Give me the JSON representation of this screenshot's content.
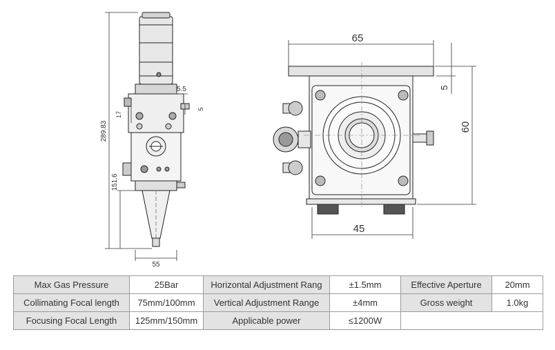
{
  "dimensions": {
    "side": {
      "total_height": "289.83",
      "lower_height": "151.6",
      "width": "55",
      "small_a": "5.5",
      "small_b": "5",
      "small_c": "17"
    },
    "front": {
      "top_width": "65",
      "bottom_width": "45",
      "height": "60",
      "plate": "5"
    }
  },
  "specs": {
    "rows": [
      [
        {
          "label": "Max Gas Pressure",
          "value": "25Bar"
        },
        {
          "label": "Horizontal Adjustment Rang",
          "value": "±1.5mm"
        },
        {
          "label": "Effective Aperture",
          "value": "20mm"
        }
      ],
      [
        {
          "label": "Collimating Focal length",
          "value": "75mm/100mm"
        },
        {
          "label": "Vertical Adjustment Range",
          "value": "±4mm"
        },
        {
          "label": "Gross weight",
          "value": "1.0kg"
        }
      ],
      [
        {
          "label": "Focusing Focal Length",
          "value": "125mm/150mm"
        },
        {
          "label": "Applicable power",
          "value": "≤1200W"
        }
      ]
    ]
  }
}
